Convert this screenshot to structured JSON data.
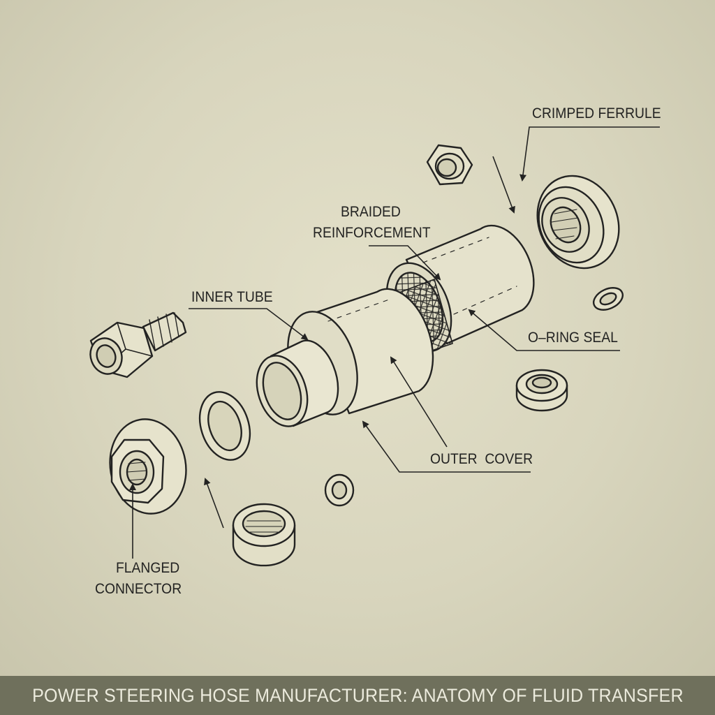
{
  "diagram": {
    "labels": {
      "crimped_ferrule": "CRIMPED FERRULE",
      "braided_reinforcement_line1": "BRAIDED",
      "braided_reinforcement_line2": "REINFORCEMENT",
      "inner_tube": "INNER TUBE",
      "o_ring_seal": "O–RING SEAL",
      "outer_cover": "OUTER  COVER",
      "flanged_connector_line1": "FLANGED",
      "flanged_connector_line2": "CONNECTOR"
    }
  },
  "footer": {
    "title": "POWER STEERING HOSE MANUFACTURER: ANATOMY OF FLUID TRANSFER"
  },
  "colors": {
    "paper": "#dcd9c2",
    "ink": "#232322",
    "banner": "#6f705c",
    "banner_text": "#ecebdd"
  }
}
